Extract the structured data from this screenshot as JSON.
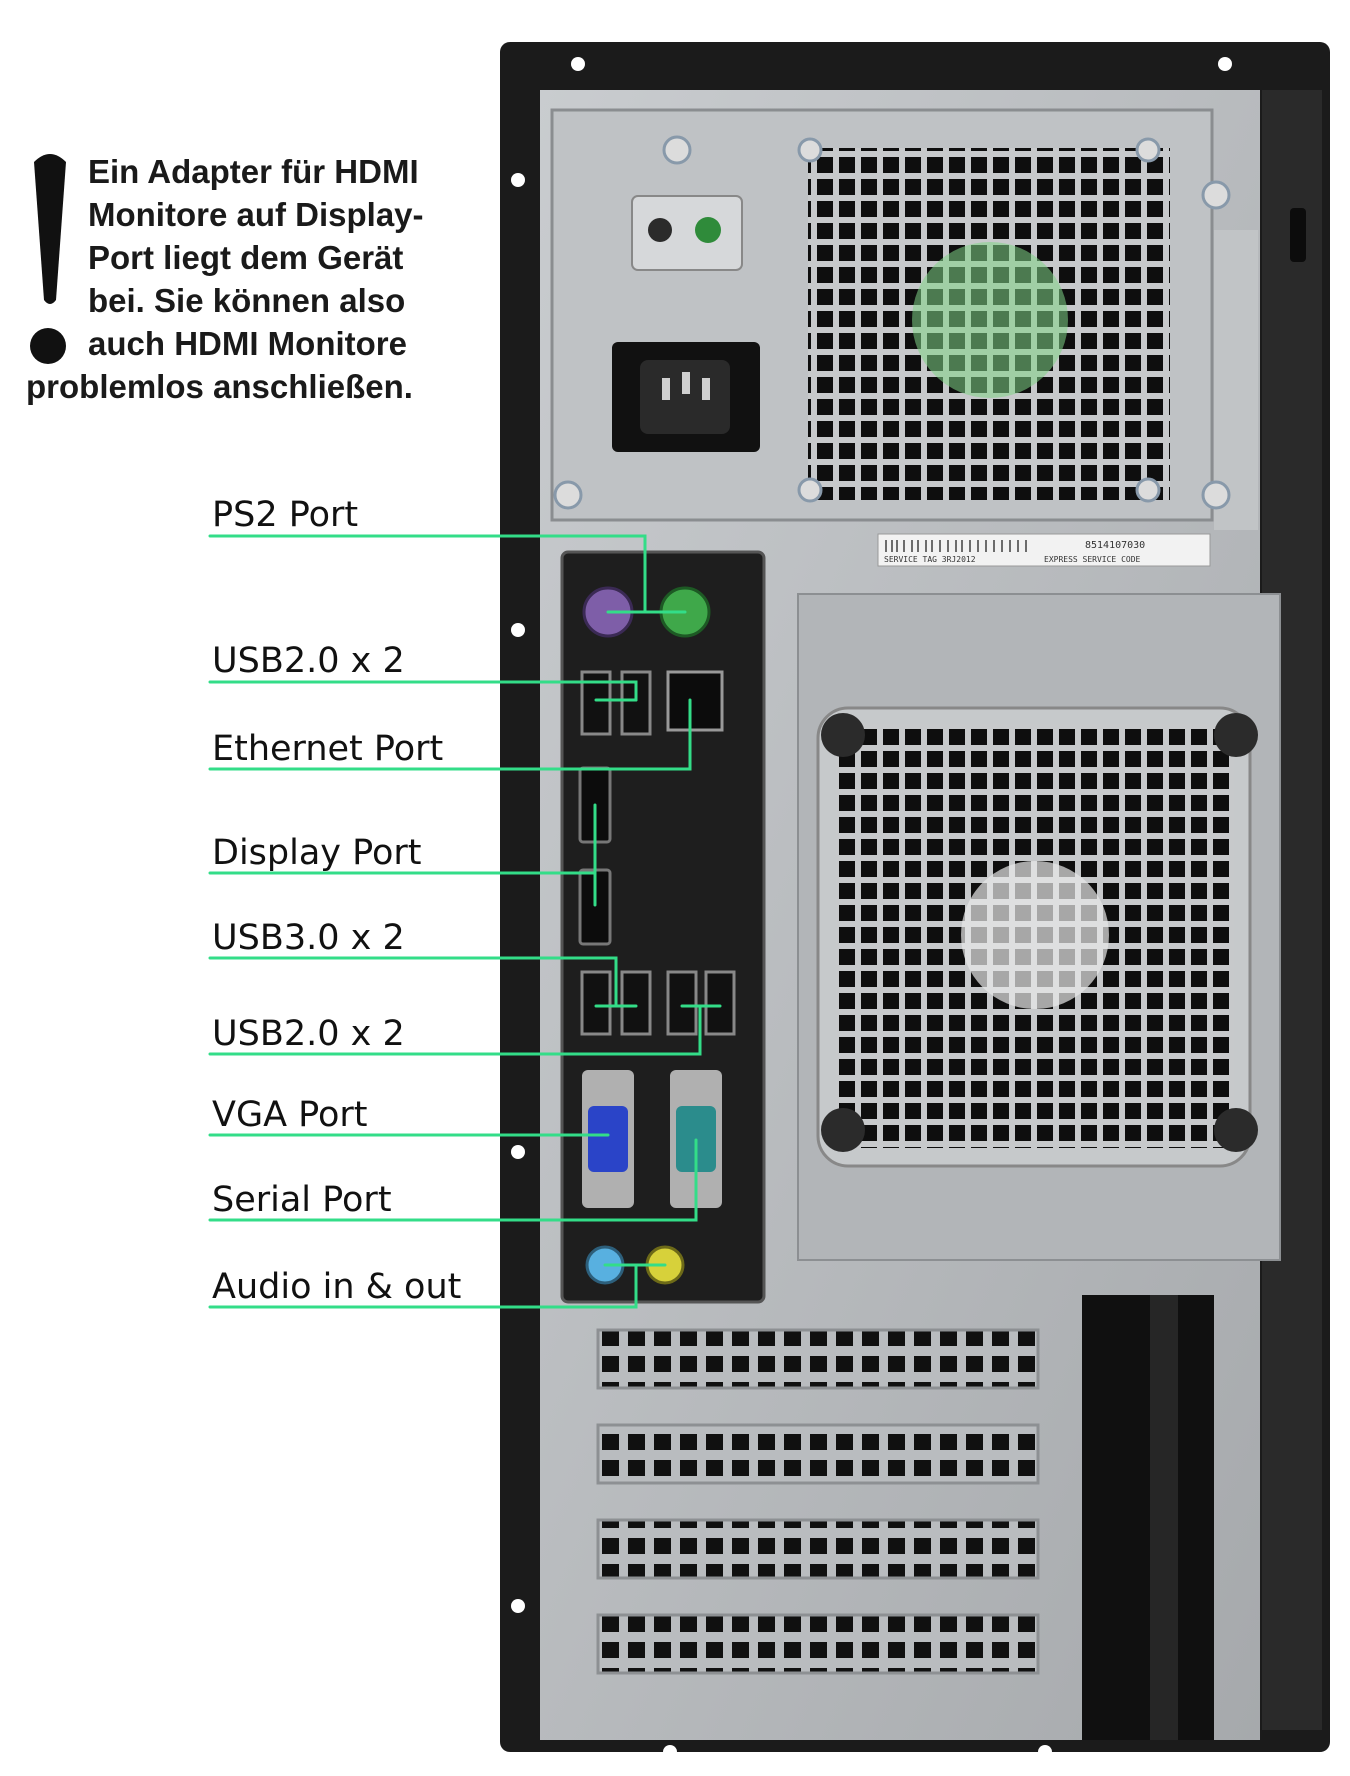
{
  "note": {
    "lines": [
      "Ein Adapter für HDMI",
      "Monitore auf Display-",
      "Port liegt dem Gerät",
      "bei. Sie können also",
      "auch HDMI Monitore",
      "problemlos anschließen."
    ]
  },
  "ports": [
    {
      "label": "PS2 Port"
    },
    {
      "label": "USB2.0 x 2"
    },
    {
      "label": "Ethernet Port"
    },
    {
      "label": "Display Port"
    },
    {
      "label": "USB3.0 x 2"
    },
    {
      "label": "USB2.0 x 2"
    },
    {
      "label": "VGA Port"
    },
    {
      "label": "Serial Port"
    },
    {
      "label": "Audio in & out"
    }
  ],
  "case_label": {
    "service_tag": "SERVICE  TAG 3RJ2012",
    "express_code": "EXPRESS SERVICE CODE",
    "number": "8514107030"
  },
  "colors": {
    "leader": "#33dd88",
    "case": "#1b1b1b",
    "metal": "#b9bcbf",
    "io_panel": "#1e1e1e",
    "ps2_mouse": "#7e5ea8",
    "ps2_keyboard": "#3fa84a",
    "vga": "#2a44c8",
    "serial": "#2b8c8c",
    "audio_in": "#58b0e0",
    "audio_out": "#d7d13a"
  }
}
